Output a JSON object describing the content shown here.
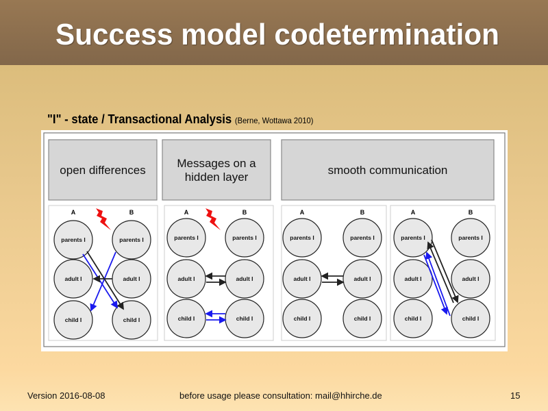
{
  "slide": {
    "title": "Success model codetermination",
    "subtitle": "\"I\" - state / Transactional Analysis",
    "citation": "(Berne, Wottawa 2010)"
  },
  "headers": [
    "open differences",
    "Messages on a hidden layer",
    "smooth communication"
  ],
  "headers_lines": [
    [
      "open differences"
    ],
    [
      "Messages on a",
      "hidden layer"
    ],
    [
      "smooth communication"
    ]
  ],
  "panels": [
    {
      "person_a": "A",
      "person_b": "B",
      "states": [
        "parents I",
        "adult I",
        "child I"
      ]
    },
    {
      "person_a": "A",
      "person_b": "B",
      "states": [
        "parents I",
        "adult I",
        "child I"
      ]
    },
    {
      "person_a": "A",
      "person_b": "B",
      "states": [
        "parents I",
        "adult I",
        "child I"
      ]
    },
    {
      "person_a": "A",
      "person_b": "B",
      "states": [
        "parents I",
        "adult I",
        "child I"
      ]
    }
  ],
  "colors": {
    "arrow_black": "#222222",
    "arrow_blue": "#1a1aee",
    "lightning": "#ee1111",
    "circle_fill": "#e8e8e8",
    "header_fill": "#d6d6d6"
  },
  "footer": {
    "version": "Version 2016-08-08",
    "notice": "before usage please consultation: mail@hhirche.de",
    "page": "15"
  }
}
